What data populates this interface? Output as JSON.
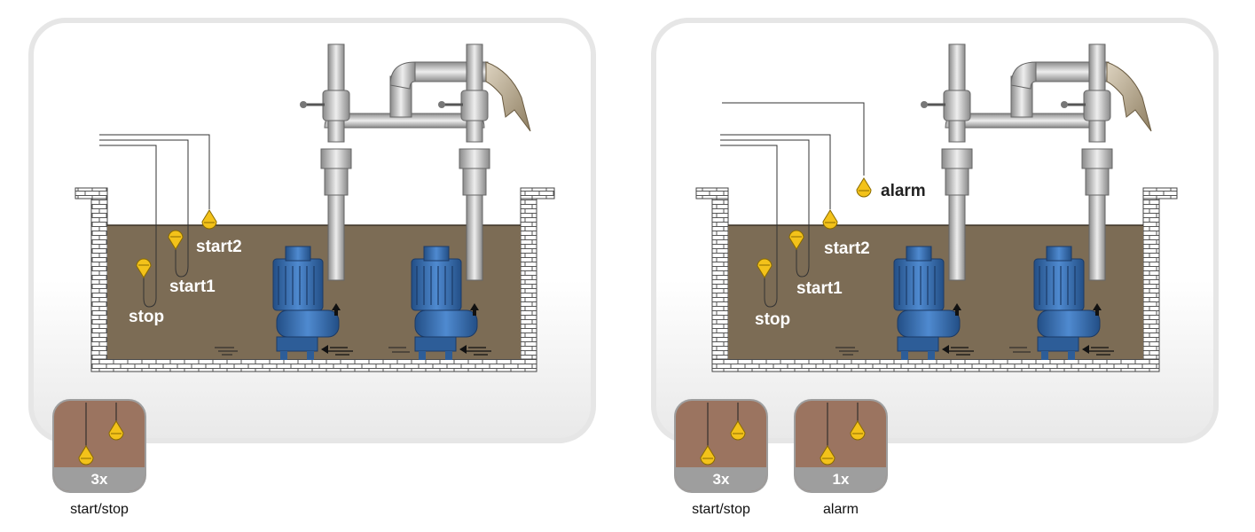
{
  "colors": {
    "water": "#7c6c55",
    "float": "#f3c21a",
    "pump": "#3e73b4",
    "pipe": "#c9c9c9",
    "badge_bg": "#9b7460",
    "badge_band": "#9e9e9e"
  },
  "left_diagram": {
    "labels": {
      "stop": "stop",
      "start1": "start1",
      "start2": "start2"
    }
  },
  "right_diagram": {
    "labels": {
      "stop": "stop",
      "start1": "start1",
      "start2": "start2",
      "alarm": "alarm"
    }
  },
  "badges": [
    {
      "count": "3x",
      "caption": "start/stop"
    },
    {
      "count": "3x",
      "caption": "start/stop"
    },
    {
      "count": "1x",
      "caption": "alarm"
    }
  ]
}
